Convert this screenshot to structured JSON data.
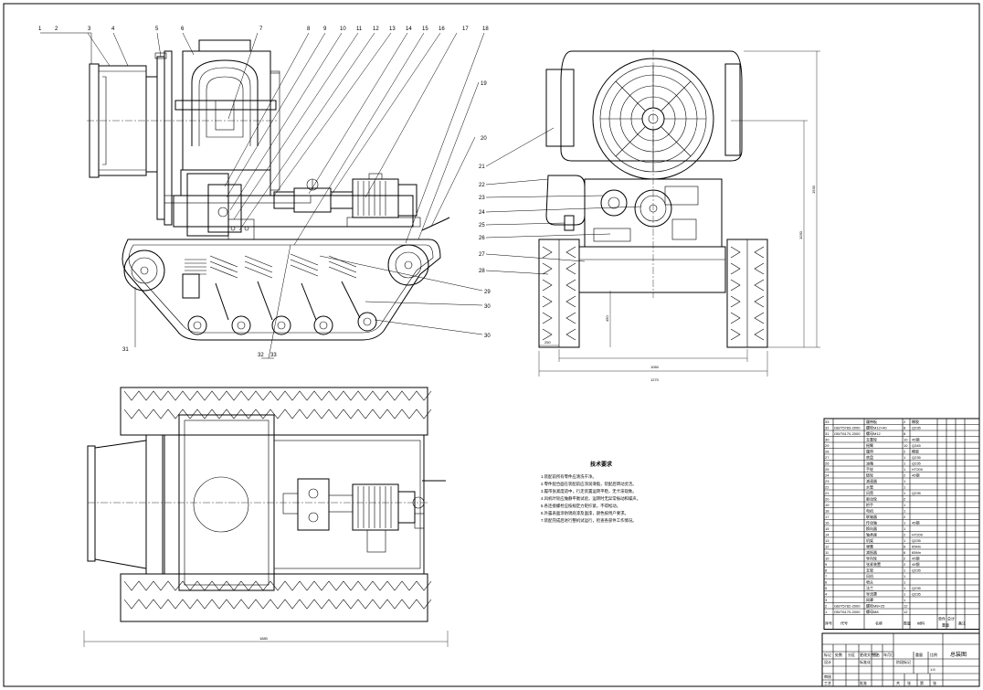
{
  "drawing": {
    "notes_title": "技术要求",
    "notes": [
      "1.装配前所有零件应清洗干净。",
      "2.零件配合面在装配前应涂润滑脂，装配后转动灵活。",
      "3.履带张紧度适中，行走装置运转平稳，无卡滞现象。",
      "4.风机叶轮应做静平衡试验，运转时无异常振动和噪声。",
      "5.各连接螺栓应按规定力矩拧紧，不得松动。",
      "6.外露表面涂防锈底漆及面漆，颜色按用户要求。",
      "7.装配完成后进行整机试运行，检查各部件工作情况。"
    ],
    "front_callouts_top": [
      "1",
      "2",
      "3",
      "4",
      "5",
      "6",
      "7",
      "8",
      "9",
      "10",
      "11",
      "12",
      "13",
      "14",
      "15",
      "16",
      "17",
      "18"
    ],
    "front_callouts_bottom": [
      "31",
      "32",
      "33"
    ],
    "right_callouts": [
      "19",
      "20",
      "21",
      "22",
      "23",
      "24",
      "25",
      "26",
      "27",
      "28",
      "29",
      "30"
    ],
    "side_callouts": [
      "21",
      "22",
      "23",
      "24",
      "25",
      "26",
      "27",
      "28"
    ],
    "dims": {
      "front_width": "1270",
      "front_track": "1060",
      "front_height": "1530",
      "front_h2": "1030",
      "front_h3": "450",
      "front_track_w": "250",
      "top_length": "1880"
    }
  },
  "bom": {
    "rows": [
      {
        "no": "33",
        "code": "",
        "name": "履带板",
        "qty": "2",
        "mat": "橡胶"
      },
      {
        "no": "32",
        "code": "GB/T5783-2000",
        "name": "螺栓M12×40",
        "qty": "8",
        "mat": "Q235"
      },
      {
        "no": "31",
        "code": "GB/T6170-2000",
        "name": "螺母M12",
        "qty": "8",
        "mat": ""
      },
      {
        "no": "30",
        "code": "",
        "name": "支重轮",
        "qty": "10",
        "mat": "45钢"
      },
      {
        "no": "29",
        "code": "",
        "name": "摇臂",
        "qty": "10",
        "mat": "Q345"
      },
      {
        "no": "28",
        "code": "",
        "name": "履带",
        "qty": "2",
        "mat": "橡胶"
      },
      {
        "no": "27",
        "code": "",
        "name": "底盘",
        "qty": "1",
        "mat": "Q235"
      },
      {
        "no": "26",
        "code": "",
        "name": "油箱",
        "qty": "1",
        "mat": "Q235"
      },
      {
        "no": "25",
        "code": "",
        "name": "手轮",
        "qty": "1",
        "mat": "HT200"
      },
      {
        "no": "24",
        "code": "",
        "name": "链轮",
        "qty": "2",
        "mat": "45钢"
      },
      {
        "no": "23",
        "code": "",
        "name": "减速器",
        "qty": "1",
        "mat": ""
      },
      {
        "no": "22",
        "code": "",
        "name": "水管",
        "qty": "1",
        "mat": ""
      },
      {
        "no": "21",
        "code": "",
        "name": "风筒",
        "qty": "1",
        "mat": "Q235"
      },
      {
        "no": "20",
        "code": "",
        "name": "驱动轮",
        "qty": "2",
        "mat": ""
      },
      {
        "no": "19",
        "code": "",
        "name": "把手",
        "qty": "1",
        "mat": ""
      },
      {
        "no": "18",
        "code": "",
        "name": "电机",
        "qty": "1",
        "mat": ""
      },
      {
        "no": "17",
        "code": "",
        "name": "联轴器",
        "qty": "2",
        "mat": ""
      },
      {
        "no": "16",
        "code": "",
        "name": "传动轴",
        "qty": "1",
        "mat": "45钢"
      },
      {
        "no": "15",
        "code": "",
        "name": "换向器",
        "qty": "1",
        "mat": ""
      },
      {
        "no": "14",
        "code": "",
        "name": "轴承座",
        "qty": "2",
        "mat": "HT200"
      },
      {
        "no": "13",
        "code": "",
        "name": "机架",
        "qty": "1",
        "mat": "Q235"
      },
      {
        "no": "12",
        "code": "",
        "name": "弹簧",
        "qty": "6",
        "mat": "65Mn"
      },
      {
        "no": "11",
        "code": "",
        "name": "减振器",
        "qty": "6",
        "mat": "65Mn"
      },
      {
        "no": "10",
        "code": "",
        "name": "导向轮",
        "qty": "2",
        "mat": "45钢"
      },
      {
        "no": "9",
        "code": "",
        "name": "张紧装置",
        "qty": "2",
        "mat": "45钢"
      },
      {
        "no": "8",
        "code": "",
        "name": "支架",
        "qty": "1",
        "mat": "Q235"
      },
      {
        "no": "7",
        "code": "",
        "name": "风机",
        "qty": "1",
        "mat": ""
      },
      {
        "no": "6",
        "code": "",
        "name": "喷头",
        "qty": "1",
        "mat": ""
      },
      {
        "no": "5",
        "code": "",
        "name": "法兰",
        "qty": "1",
        "mat": "Q235"
      },
      {
        "no": "4",
        "code": "",
        "name": "导流罩",
        "qty": "1",
        "mat": "Q235"
      },
      {
        "no": "3",
        "code": "",
        "name": "网罩",
        "qty": "1",
        "mat": ""
      },
      {
        "no": "2",
        "code": "GB/T5782-2000",
        "name": "螺栓M8×25",
        "qty": "12",
        "mat": ""
      },
      {
        "no": "1",
        "code": "GB/T6170-2000",
        "name": "螺母M8",
        "qty": "12",
        "mat": ""
      }
    ],
    "header": {
      "no": "序号",
      "code": "代号",
      "name": "名称",
      "qty": "数量",
      "mat": "材料",
      "w1": "单件",
      "w2": "总计",
      "w_label": "重量",
      "remark": "备注"
    }
  },
  "titleblock": {
    "title": "总装图",
    "scale": "1:5",
    "r1": [
      "标记",
      "处数",
      "分区",
      "更改文件号",
      "签名",
      "年月日"
    ],
    "r2": [
      "设计",
      "",
      "标准化"
    ],
    "stage": "阶段标记",
    "weight": "重量",
    "ratio": "比例",
    "r3": [
      "审核"
    ],
    "r4": [
      "工艺",
      "",
      "批准"
    ],
    "sheet_marks": [
      "共",
      "张",
      "第",
      "张"
    ]
  }
}
